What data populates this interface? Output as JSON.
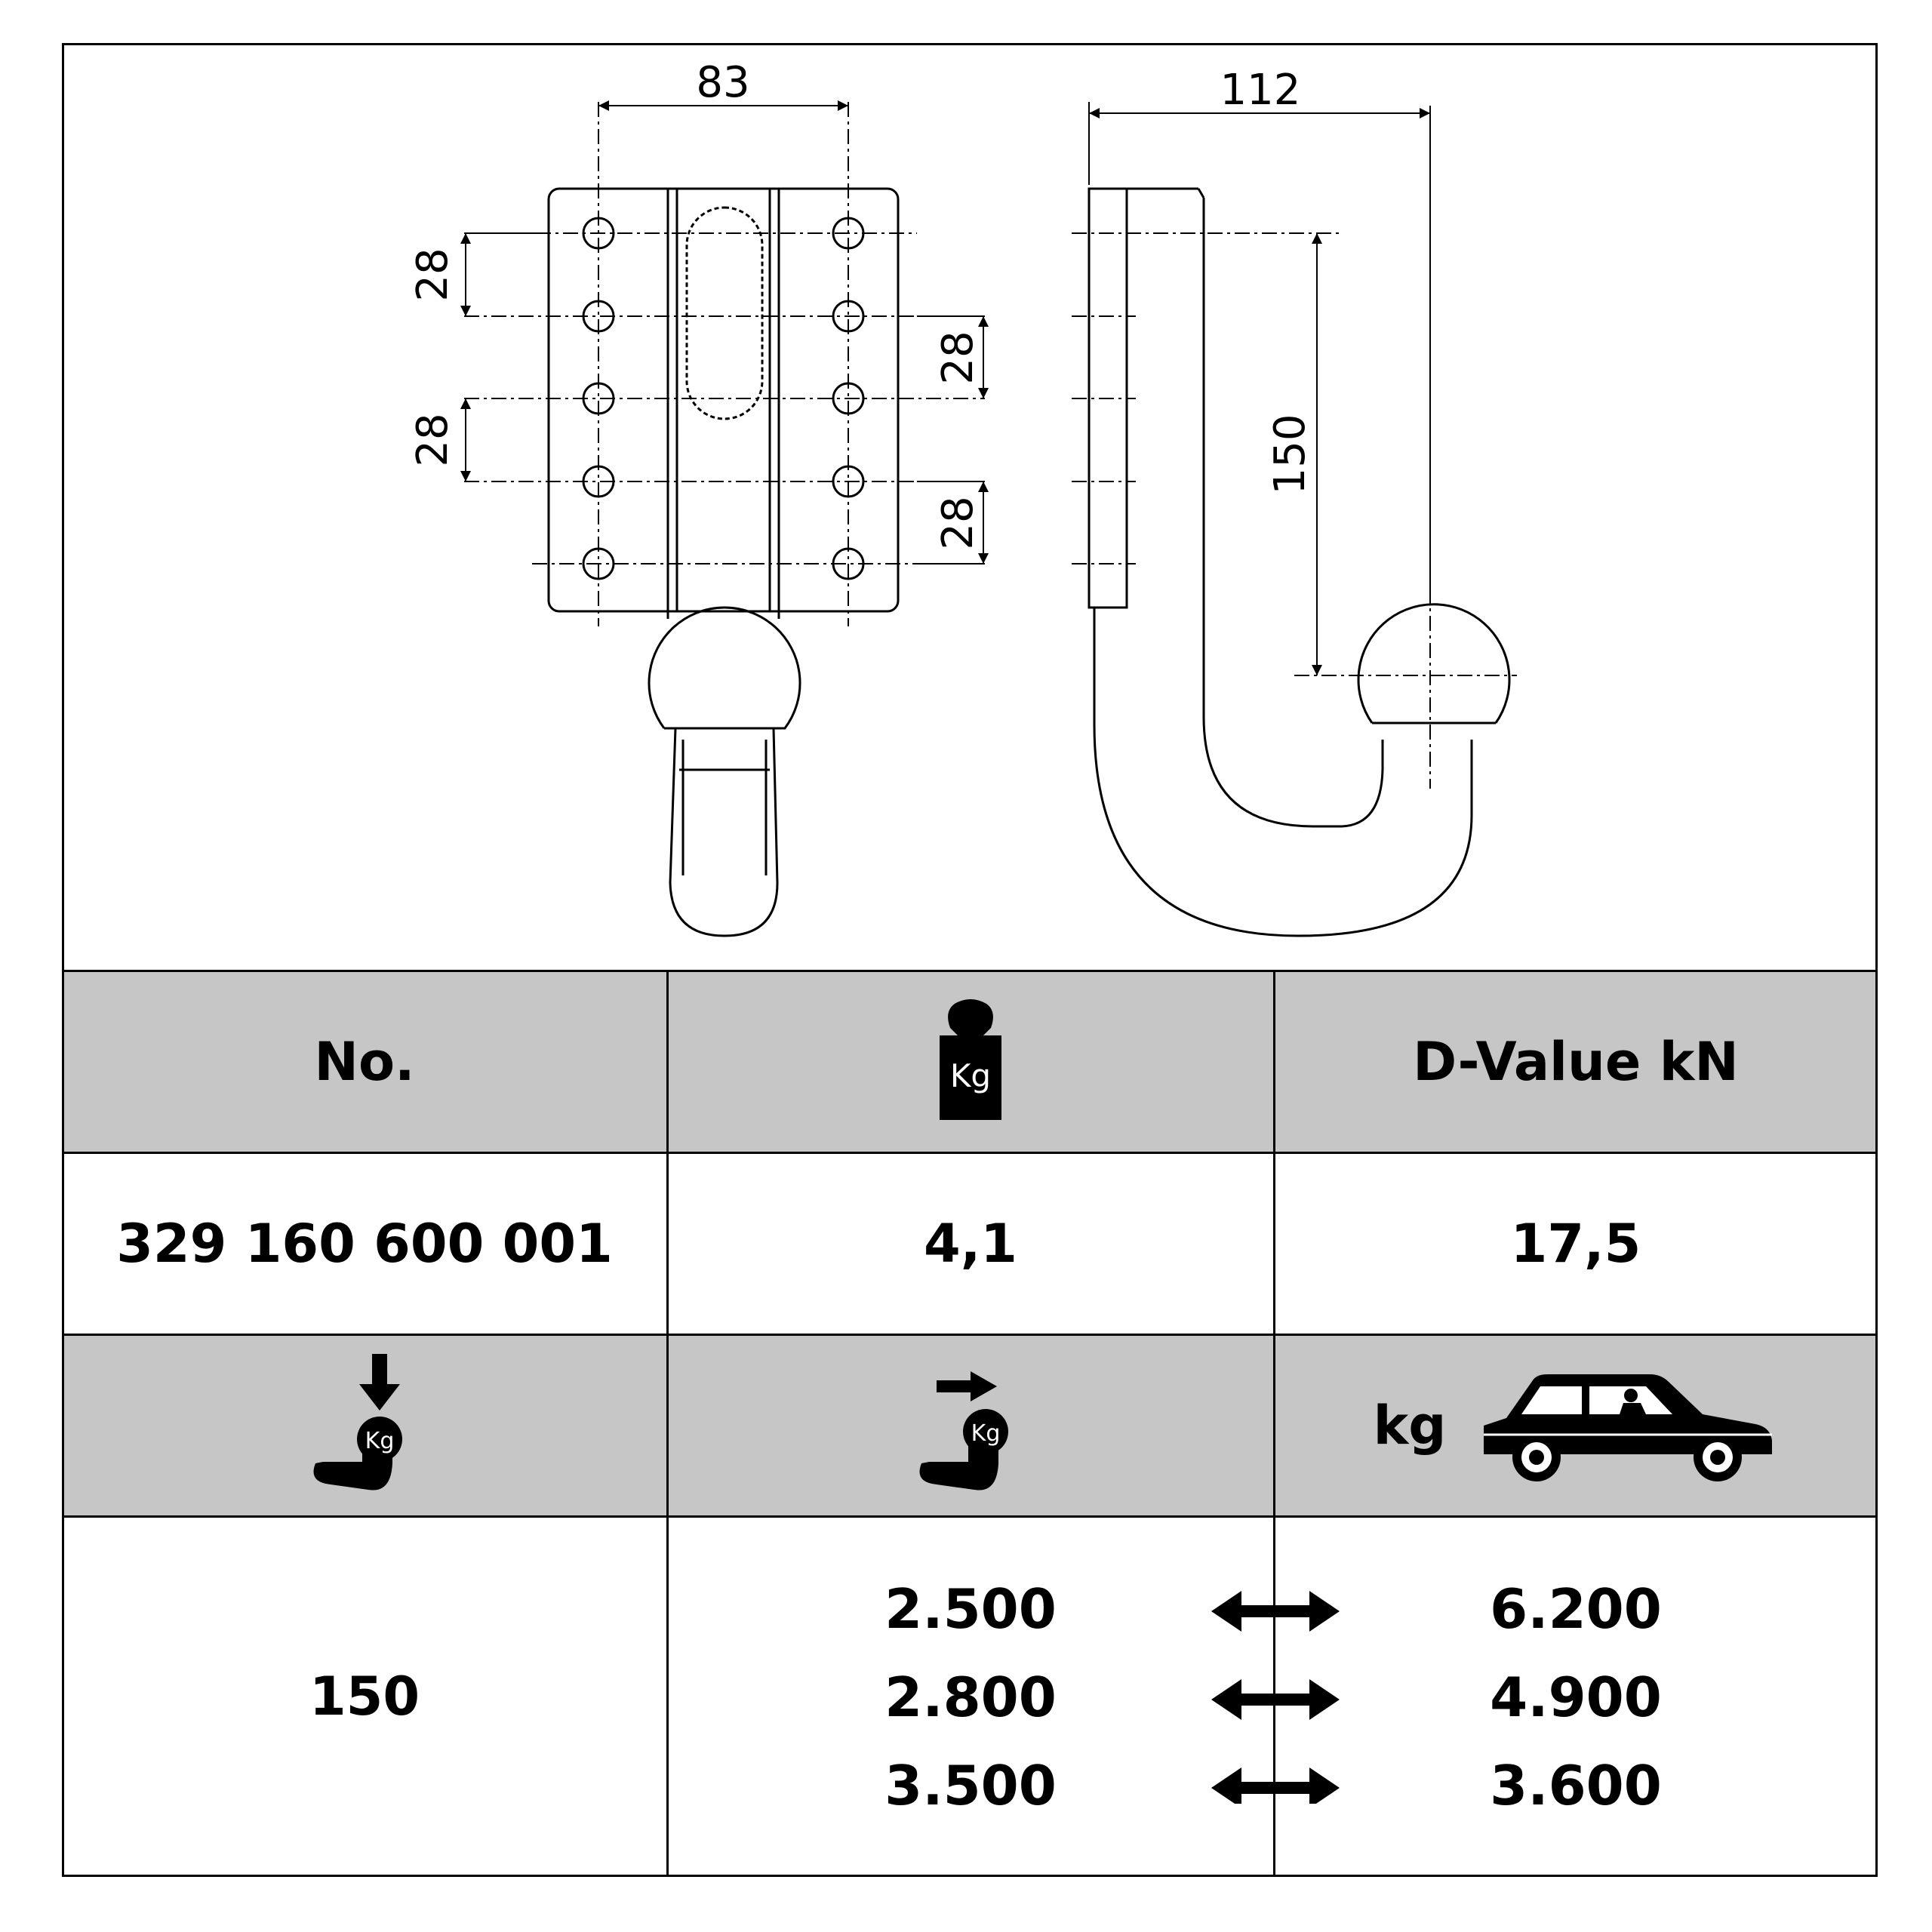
{
  "drawing": {
    "dims": {
      "plate_hole_spacing": "83",
      "plate_pitch_1": "28",
      "plate_pitch_2": "28",
      "plate_pitch_3": "28",
      "plate_pitch_4": "28",
      "hook_depth": "112",
      "hook_height": "150"
    }
  },
  "table": {
    "header1": {
      "number_label": "No.",
      "weight_icon": "weight-kg-icon",
      "weight_icon_text": "Kg",
      "dvalue_label": "D-Value kN"
    },
    "row1": {
      "number": "329 160 600 001",
      "weight": "4,1",
      "dvalue": "17,5"
    },
    "header2": {
      "vertical_load_icon": "vertical-load-icon",
      "vertical_load_icon_text": "Kg",
      "towing_load_icon": "towing-load-icon",
      "towing_load_icon_text": "Kg",
      "vehicle_weight_label": "kg",
      "car_icon": "car-icon"
    },
    "row2": {
      "vertical_load": "150",
      "trailer_loads": [
        "2.500",
        "2.800",
        "3.500"
      ],
      "vehicle_weights": [
        "6.200",
        "4.900",
        "3.600"
      ],
      "pair_icon": "double-arrow-icon"
    }
  }
}
